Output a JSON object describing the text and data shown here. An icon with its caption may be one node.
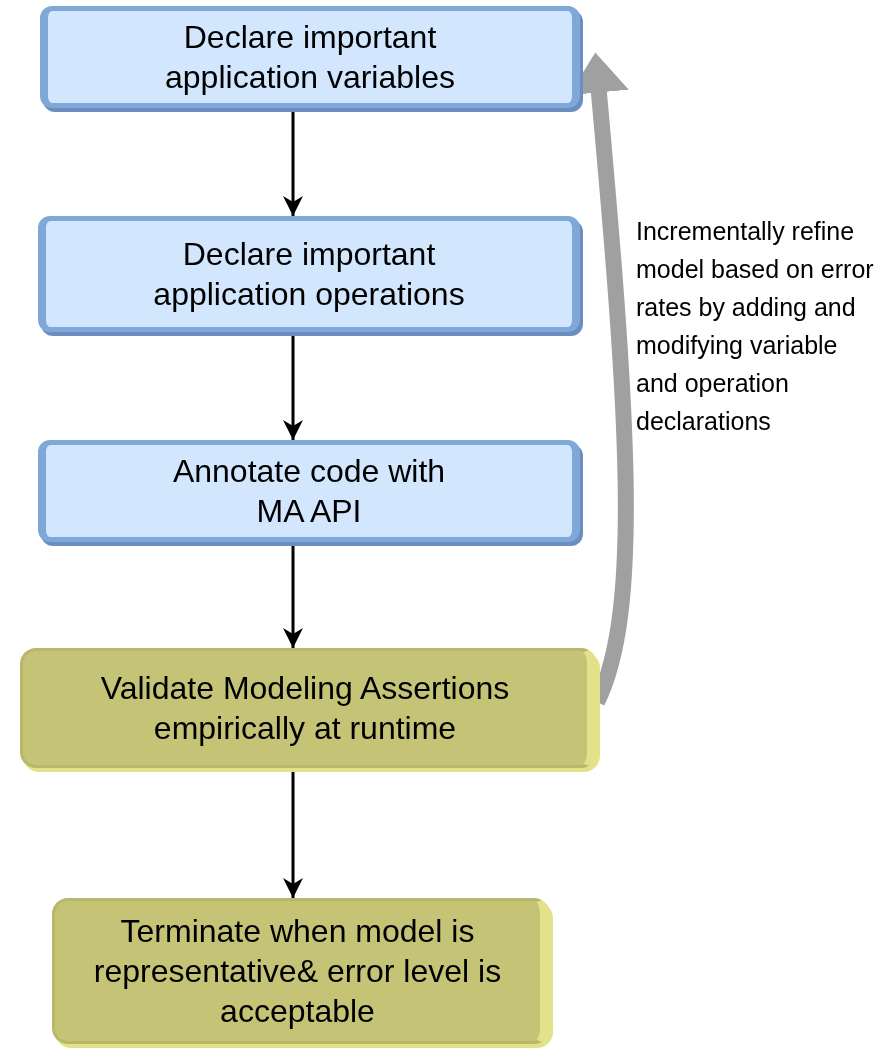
{
  "diagram": {
    "nodes": [
      {
        "text": [
          "Declare important application variables"
        ]
      },
      {
        "text": [
          "Declare important application operations"
        ]
      },
      {
        "text": [
          "Annotate code with MA API"
        ]
      },
      {
        "text": [
          "Validate Modeling Assertions empirically at runtime"
        ]
      },
      {
        "text": [
          "Terminate when model is representative& error level is acceptable"
        ]
      }
    ],
    "edges": [
      {
        "from": 0,
        "to": 1,
        "arrow": "to"
      },
      {
        "from": 1,
        "to": 2,
        "arrow": "to"
      },
      {
        "from": 2,
        "to": 3,
        "arrow": "to"
      },
      {
        "from": 3,
        "to": 4,
        "arrow": "to"
      },
      {
        "from": 3,
        "to": 0,
        "arrow": "to",
        "label": "Incrementally refine model based on error rates by adding and modifying variable and operation declarations",
        "style": "thick",
        "color": "#a0a0a0"
      }
    ]
  }
}
